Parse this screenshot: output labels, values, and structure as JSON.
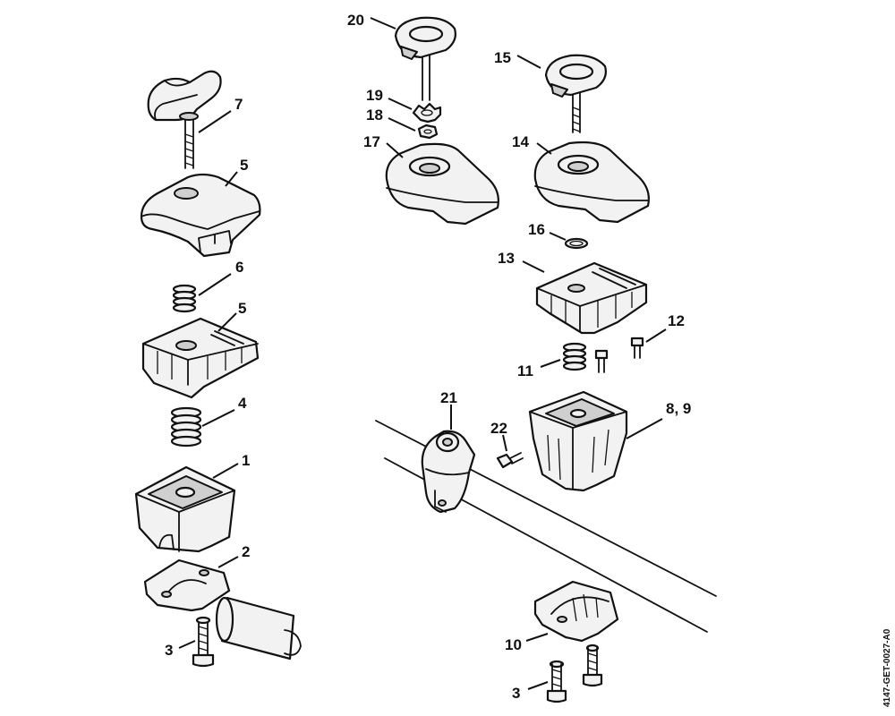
{
  "diagram": {
    "reference_code": "4147-GET-0027-A0",
    "callouts": {
      "c1": "1",
      "c2": "2",
      "c3a": "3",
      "c3b": "3",
      "c4": "4",
      "c5a": "5",
      "c5b": "5",
      "c6": "6",
      "c7": "7",
      "c89": "8, 9",
      "c10": "10",
      "c11": "11",
      "c12": "12",
      "c13": "13",
      "c14": "14",
      "c15": "15",
      "c16": "16",
      "c17": "17",
      "c18": "18",
      "c19": "19",
      "c20": "20",
      "c21": "21",
      "c22": "22"
    }
  }
}
